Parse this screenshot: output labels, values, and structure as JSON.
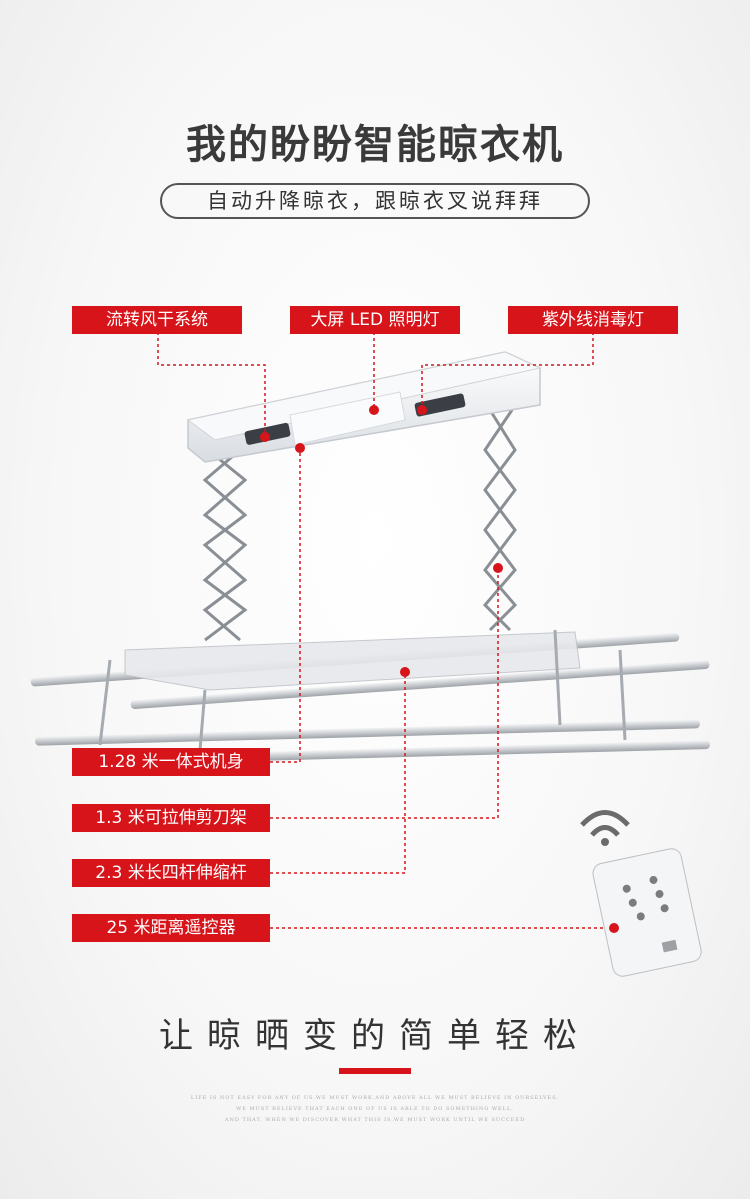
{
  "title": "我的盼盼智能晾衣机",
  "subtitle": "自动升降晾衣，跟晾衣叉说拜拜",
  "features": {
    "fan": "流转风干系统",
    "led": "大屏 LED 照明灯",
    "uv": "紫外线消毒灯",
    "body": "1.28 米一体式机身",
    "scissor": "1.3 米可拉伸剪刀架",
    "rods": "2.3 米长四杆伸缩杆",
    "remote": "25 米距离遥控器"
  },
  "slogan": "让晾晒变的简单轻松",
  "fine_print": [
    "LIFE IS NOT EASY FOR ANY OF US.WE MUST WORK,AND ABOVE ALL WE MUST BELIEVE IN OURSELVES.",
    "WE MUST BELIEVE THAT EACH ONE OF US IS ABLE TO DO SOMETHING WELL,",
    "AND THAT, WHEN WE DISCOVER WHAT THIS IS,WE MUST WORK UNTIL WE SUCCEED"
  ],
  "colors": {
    "accent": "#d7141a",
    "text": "#3a3a3a"
  }
}
